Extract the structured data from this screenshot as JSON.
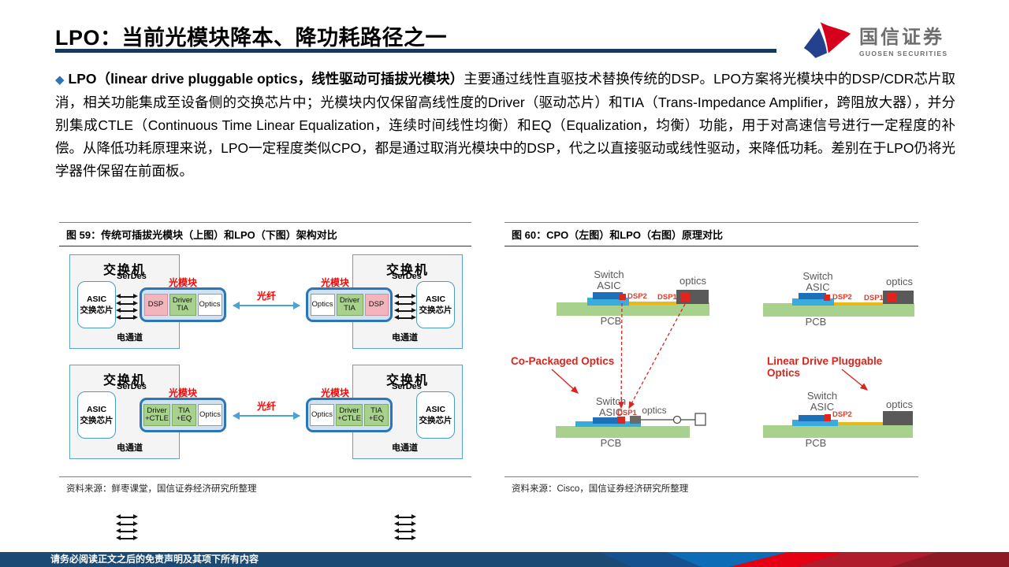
{
  "header": {
    "title": "LPO：当前光模块降本、降功耗路径之一",
    "logo_cn": "国信证券",
    "logo_en": "GUOSEN SECURITIES"
  },
  "body": {
    "bullet_glyph": "◆",
    "bullet_bold": "LPO（linear drive pluggable optics，线性驱动可插拔光模块）",
    "text": "主要通过线性直驱技术替换传统的DSP。LPO方案将光模块中的DSP/CDR芯片取消，相关功能集成至设备侧的交换芯片中；光模块内仅保留高线性度的Driver（驱动芯片）和TIA（Trans-Impedance Amplifier，跨阻放大器），并分别集成CTLE（Continuous Time Linear Equalization，连续时间线性均衡）和EQ（Equalization，均衡）功能，用于对高速信号进行一定程度的补偿。从降低功耗原理来说，LPO一定程度类似CPO，都是通过取消光模块中的DSP，代之以直接驱动或线性驱动，来降低功耗。差别在于LPO仍将光学器件保留在前面板。"
  },
  "fig59": {
    "title": "图 59：传统可插拔光模块（上图）和LPO（下图）架构对比",
    "source": "资料来源：鲜枣课堂，国信证券经济研究所整理",
    "switch": "交换机",
    "asic": "ASIC\n交换芯片",
    "serdes": "SerDes",
    "elec": "电通道",
    "module_label": "光模块",
    "fiber": "光纤",
    "boxes": {
      "dsp": "DSP",
      "driver_tia": "Driver\nTIA",
      "optics": "Optics",
      "driver_ctle": "Driver\n+CTLE",
      "tia_eq": "TIA\n+EQ"
    }
  },
  "fig60": {
    "title": "图 60：CPO（左图）和LPO（右图）原理对比",
    "source": "资料来源：Cisco，国信证券经济研究所整理",
    "switch_asic": "Switch\nASIC",
    "optics": "optics",
    "pcb": "PCB",
    "dsp1": "DSP1",
    "dsp2": "DSP2",
    "cpo": "Co-Packaged Optics",
    "lpo": "Linear Drive Pluggable Optics"
  },
  "footer": {
    "disclaimer": "请务必阅读正文之后的免责声明及其项下所有内容"
  },
  "colors": {
    "accent_navy": "#17375e",
    "module_border": "#2e75b6",
    "pcb_green": "#a9d18e",
    "asic_blue": "#1d70b7",
    "substrate_blue": "#3aabdf",
    "trace_yellow": "#eab817",
    "dsp_red": "#e0251f",
    "annotation_red": "#d7261d"
  }
}
